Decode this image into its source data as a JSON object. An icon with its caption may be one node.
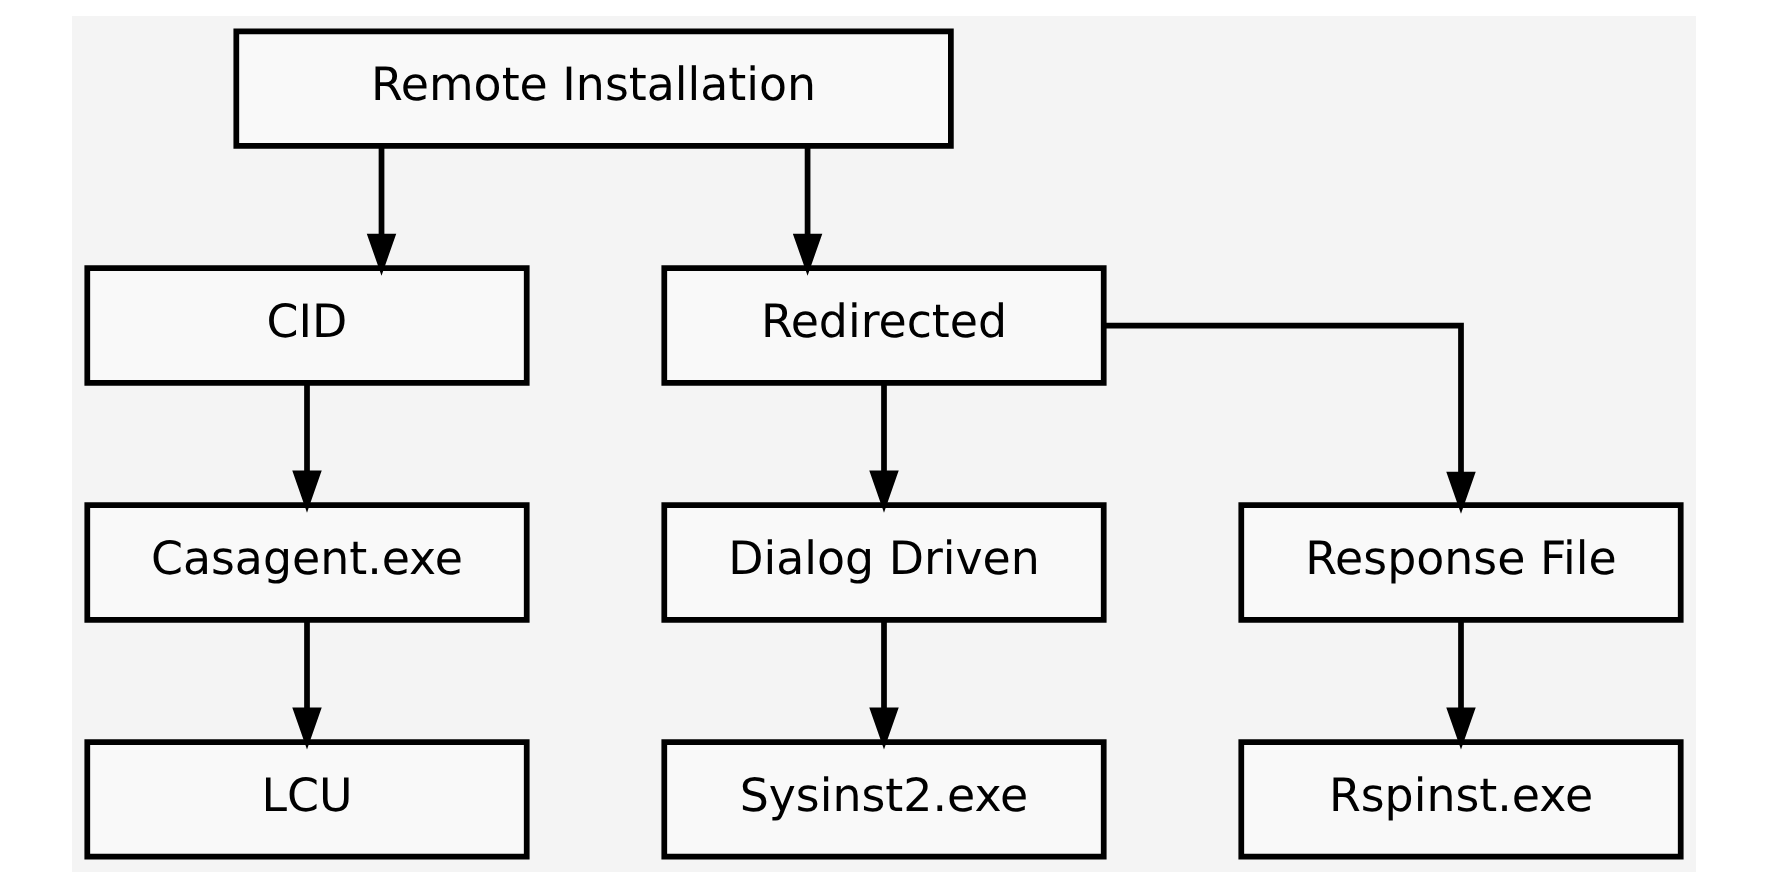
{
  "diagram": {
    "nodes": [
      {
        "text": [
          "Remote Installation"
        ]
      },
      {
        "text": [
          "CID"
        ]
      },
      {
        "text": [
          "Redirected"
        ]
      },
      {
        "text": [
          "Casagent.exe"
        ]
      },
      {
        "text": [
          "Dialog Driven"
        ]
      },
      {
        "text": [
          "Response File"
        ]
      },
      {
        "text": [
          "LCU"
        ]
      },
      {
        "text": [
          "Sysinst2.exe"
        ]
      },
      {
        "text": [
          "Rspinst.exe"
        ]
      }
    ],
    "edges": [
      {
        "from": 0,
        "to": 1,
        "arrow": "to"
      },
      {
        "from": 0,
        "to": 2,
        "arrow": "to"
      },
      {
        "from": 1,
        "to": 3,
        "arrow": "to"
      },
      {
        "from": 3,
        "to": 6,
        "arrow": "to"
      },
      {
        "from": 2,
        "to": 4,
        "arrow": "to"
      },
      {
        "from": 2,
        "to": 5,
        "arrow": "to"
      },
      {
        "from": 4,
        "to": 7,
        "arrow": "to"
      },
      {
        "from": 5,
        "to": 8,
        "arrow": "to"
      }
    ]
  }
}
